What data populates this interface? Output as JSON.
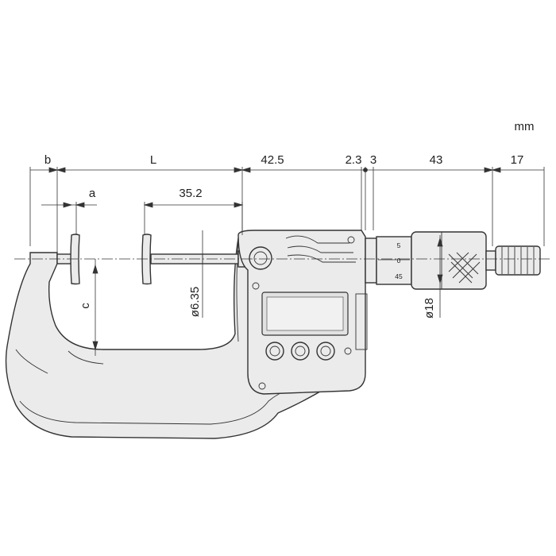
{
  "units": "mm",
  "dimensions": {
    "b": "b",
    "L": "L",
    "d42_5": "42.5",
    "d2_3": "2.3",
    "d3": "3",
    "d43": "43",
    "d17": "17",
    "a": "a",
    "d35_2": "35.2",
    "c": "c",
    "dia6_35": "ø6.35",
    "dia18": "ø18"
  },
  "thimble_scale": [
    "5",
    "0",
    "45"
  ],
  "colors": {
    "body_fill": "#ebebeb",
    "line": "#333333",
    "background": "#ffffff"
  }
}
